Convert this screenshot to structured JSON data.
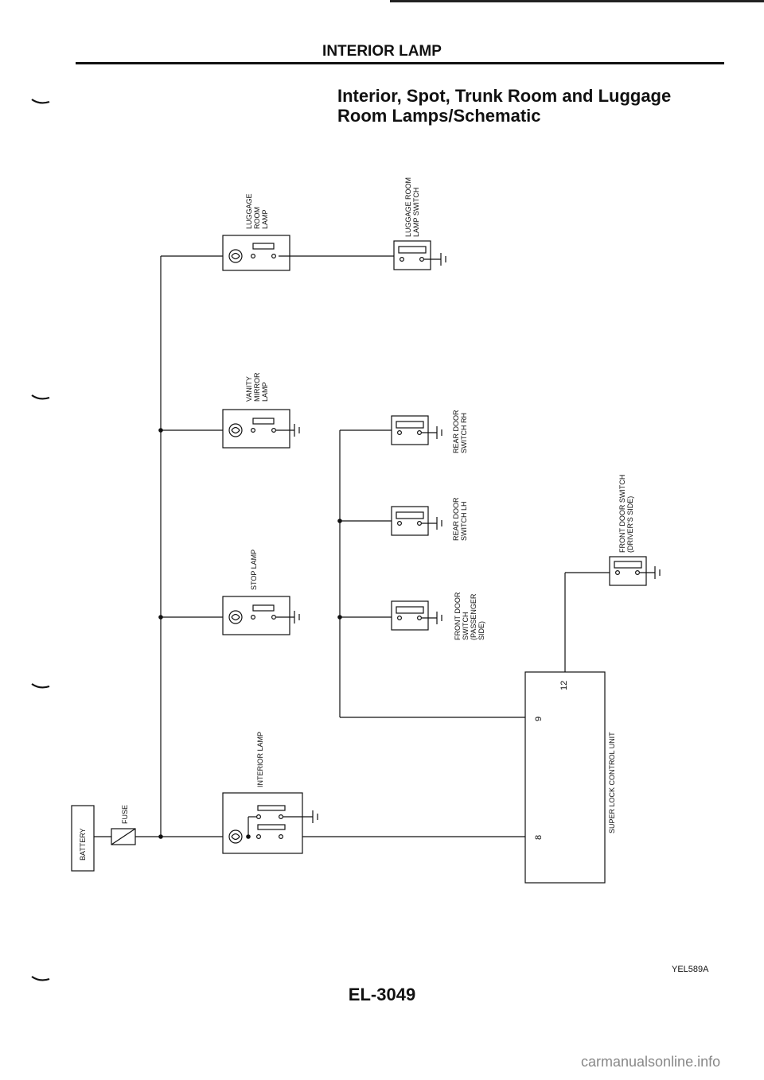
{
  "header": {
    "title": "INTERIOR LAMP"
  },
  "subtitle": {
    "line1": "Interior, Spot, Trunk Room and Luggage",
    "line2": "Room Lamps/Schematic"
  },
  "components": {
    "luggage_room_lamp": [
      "LUGGAGE",
      "ROOM",
      "LAMP"
    ],
    "luggage_room_lamp_switch": [
      "LUGGAGE ROOM",
      "LAMP SWITCH"
    ],
    "vanity_mirror_lamp": [
      "VANITY",
      "MIRROR",
      "LAMP"
    ],
    "rear_door_switch_rh": [
      "REAR DOOR",
      "SWITCH RH"
    ],
    "rear_door_switch_lh": [
      "REAR DOOR",
      "SWITCH LH"
    ],
    "front_door_switch_drivers": [
      "FRONT DOOR SWITCH",
      "(DRIVER'S SIDE)"
    ],
    "stop_lamp": [
      "STOP LAMP"
    ],
    "front_door_switch_passenger": [
      "FRONT DOOR",
      "SWITCH",
      "(PASSENGER",
      "SIDE)"
    ],
    "interior_lamp": [
      "INTERIOR LAMP"
    ],
    "super_lock_control_unit": [
      "SUPER LOCK CONTROL UNIT"
    ],
    "battery": [
      "BATTERY"
    ],
    "fuse": [
      "FUSE"
    ]
  },
  "terminals": {
    "t12": "12",
    "t9": "9",
    "t8": "8"
  },
  "figure_id": "YEL589A",
  "page_number": "EL-3049",
  "footer": "carmanualsonline.info"
}
